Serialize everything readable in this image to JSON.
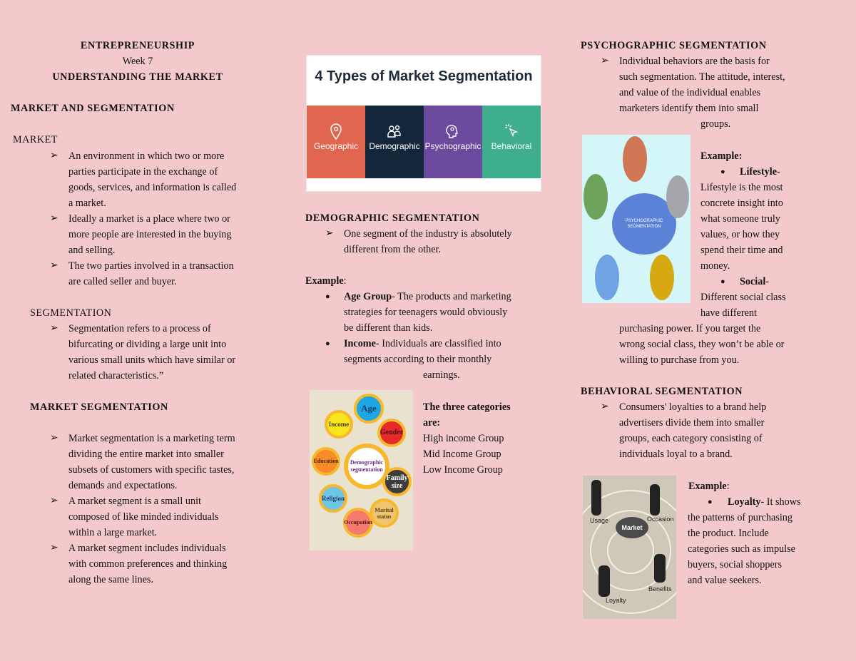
{
  "col1": {
    "title": "ENTREPRENEURSHIP",
    "week": "Week 7",
    "subtitle": "UNDERSTANDING THE MARKET",
    "section": "MARKET AND SEGMENTATION",
    "market_heading": "MARKET",
    "market_items": [
      [
        "An environment in which two or more",
        "parties participate in the exchange of",
        "goods, services, and information is called",
        "a market."
      ],
      [
        "Ideally a market is a place where two or",
        "more people are interested in the buying",
        "and selling."
      ],
      [
        "The two parties involved in a transaction",
        "are called seller and buyer."
      ]
    ],
    "seg_heading": "SEGMENTATION",
    "seg_items": [
      [
        "Segmentation refers to a process of",
        "bifurcating or dividing a large unit into",
        "various small units which have similar or",
        "related characteristics.”"
      ]
    ],
    "mseg_heading": "MARKET SEGMENTATION",
    "mseg_items": [
      [
        "Market segmentation is a marketing term",
        "dividing the entire market into smaller",
        "subsets of customers with specific tastes,",
        "demands and expectations."
      ],
      [
        "A market segment is a small unit",
        "composed of like minded individuals",
        "within a large market."
      ],
      [
        "A market segment includes individuals",
        "with common preferences and thinking",
        "along the same lines."
      ]
    ]
  },
  "banner": {
    "title": "4 Types of Market Segmentation",
    "types": [
      {
        "label": "Geographic",
        "color": "#e06650",
        "icon": "location-pin-icon"
      },
      {
        "label": "Demographic",
        "color": "#14263a",
        "icon": "people-icon"
      },
      {
        "label": "Psychographic",
        "color": "#6c4a9e",
        "icon": "head-idea-icon"
      },
      {
        "label": "Behavioral",
        "color": "#3fae8d",
        "icon": "cursor-click-icon"
      }
    ]
  },
  "col2": {
    "heading": "DEMOGRAPHIC SEGMENTATION",
    "item": [
      "One segment of the industry is absolutely",
      "different from the other."
    ],
    "example": "Example",
    "example_colon": ":",
    "age_label": "Age Group",
    "age_text": [
      "- The products and marketing",
      "strategies for teenagers would obviously",
      "be different than kids."
    ],
    "income_label": "Income",
    "income_text": [
      "- Individuals are classified into",
      "segments according to their monthly",
      "earnings."
    ],
    "three_label": [
      "The three categories",
      "are:"
    ],
    "three_list": [
      "High income Group",
      "Mid Income Group",
      "Low Income Group"
    ]
  },
  "wheel": {
    "center": "Demographic segmentation",
    "parts": [
      "Age",
      "Gender",
      "Family size",
      "Marital status",
      "Occupation",
      "Religion",
      "Education",
      "Income"
    ]
  },
  "col3": {
    "psy_heading": "PSYCHOGRAPHIC SEGMENTATION",
    "psy_item": [
      "Individual behaviors are the basis for",
      "such segmentation. The attitude, interest,",
      "and value of the individual enables",
      "marketers identify them into small",
      "groups."
    ],
    "example": "Example:",
    "lifestyle_label": "Lifestyle",
    "lifestyle_text": [
      "-",
      "Lifestyle is the most",
      "concrete insight into",
      "what someone truly",
      "values, or how they",
      "spend their time and",
      "money."
    ],
    "social_label": "Social",
    "social_text": [
      "-",
      "Different social class",
      "have different",
      "purchasing power. If you target the",
      "wrong social class, they won’t be able or",
      "willing to purchase from you."
    ],
    "beh_heading": "BEHAVIORAL SEGMENTATION",
    "beh_item": [
      "Consumers' loyalties to a brand help",
      "advertisers divide them into smaller",
      "groups, each category consisting of",
      "individuals loyal to a brand."
    ],
    "example2": "Example",
    "example2_colon": ":",
    "loyalty_label": "Loyalty",
    "loyalty_text": [
      "- It shows",
      "the patterns of purchasing",
      "the product. Include",
      "categories such as impulse",
      "buyers, social shoppers",
      "and value seekers."
    ]
  },
  "psy_img": {
    "center": "PSYCHOGRAPHIC SEGMENTATION"
  },
  "beh_img": {
    "center": "Market",
    "labels": [
      "Usage",
      "Occasion",
      "Benefits",
      "Loyalty"
    ]
  },
  "colors": {
    "background": "#f4c9cb"
  }
}
